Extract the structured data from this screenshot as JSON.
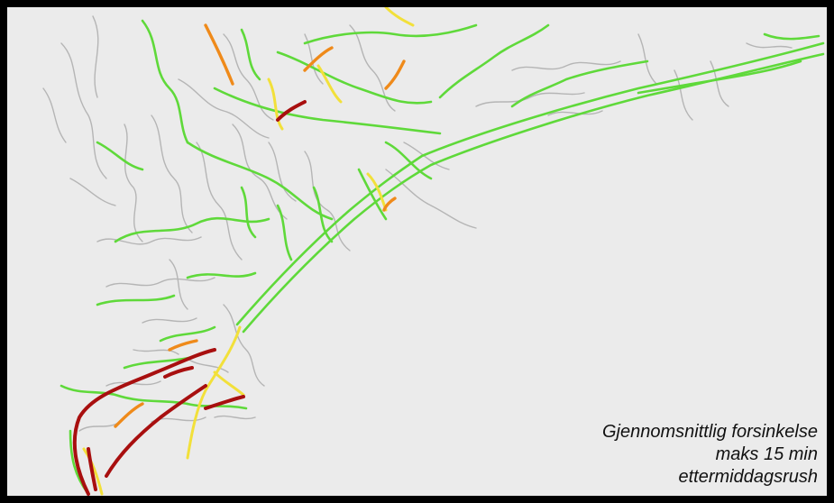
{
  "caption": {
    "line1": "Gjennomsnittlig forsinkelse",
    "line2": "maks 15 min",
    "line3": "ettermiddagsrush"
  },
  "colors": {
    "background": "#ebebeb",
    "frame": "#000000",
    "road_unused": "#b5b5b5",
    "delay_low": "#5fd93a",
    "delay_mid": "#f2e03a",
    "delay_high": "#ef8a1a",
    "delay_max": "#a80f0f"
  }
}
